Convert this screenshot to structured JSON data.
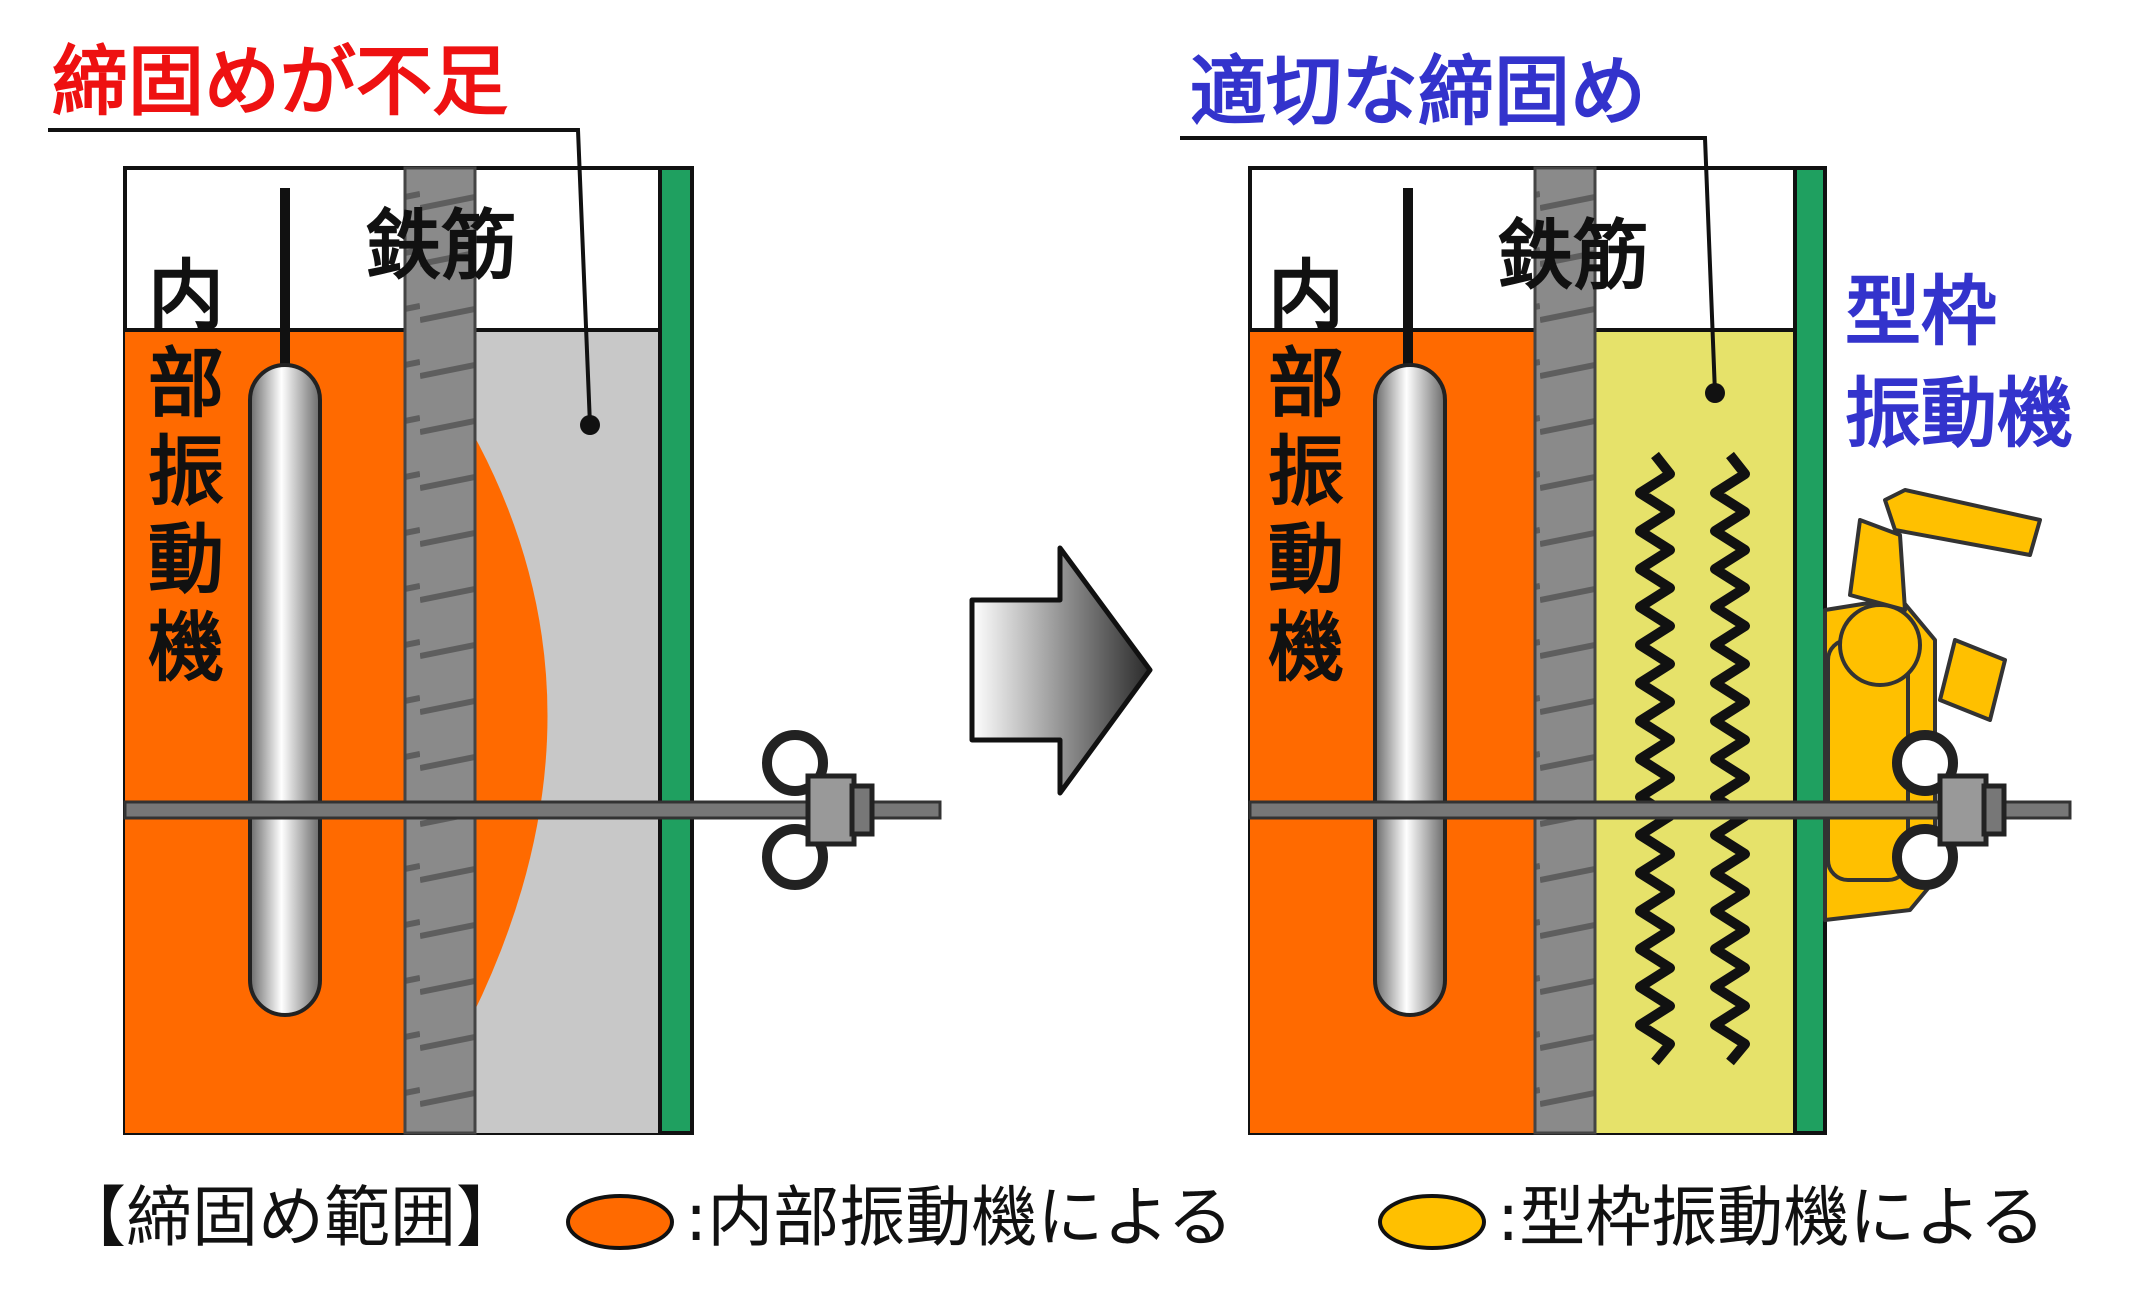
{
  "left_panel": {
    "title": "締固めが不足",
    "rebar_label": "鉄筋",
    "vibrator_label_chars": [
      "内",
      "部",
      "振",
      "動",
      "機"
    ]
  },
  "right_panel": {
    "title": "適切な締固め",
    "rebar_label": "鉄筋",
    "vibrator_label_chars": [
      "内",
      "部",
      "振",
      "動",
      "機"
    ],
    "form_vibrator_lines": [
      "型枠",
      "振動機"
    ]
  },
  "legend": {
    "heading": "【締固め範囲】",
    "items": [
      {
        "label": ":内部振動機による",
        "color": "#ff6a00"
      },
      {
        "label": ":型枠振動機による",
        "color": "#ffc000"
      }
    ]
  },
  "colors": {
    "title_bad": "#ee1111",
    "title_good": "#3333cc",
    "concrete_compacted": "#ff6a00",
    "form_compacted": "#ffc000",
    "uncompacted_concrete": "#c8c8c8",
    "form_zone_fill": "#e6e26a",
    "formwork": "#1fa060",
    "form_vibrator_label": "#3333cc"
  },
  "icons": [
    "arrow-right-icon",
    "form-tie-icon",
    "form-vibrator-icon",
    "vibration-wave-icon"
  ]
}
